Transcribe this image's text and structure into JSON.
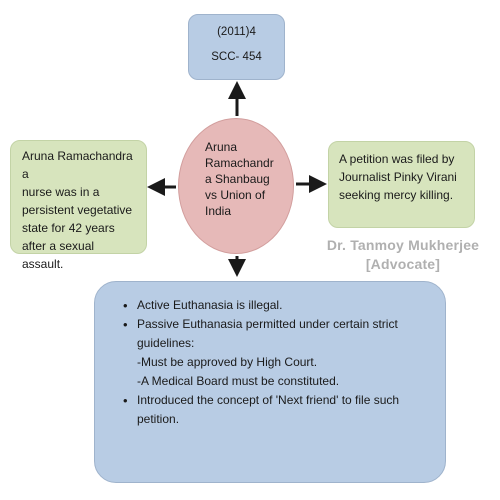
{
  "citation": {
    "line1": "(2011)4",
    "line2": "SCC- 454"
  },
  "case_title": {
    "line1": "Aruna",
    "line2": "Ramachandr",
    "line3": "a Shanbaug",
    "line4": "vs Union of",
    "line5": "India"
  },
  "facts": {
    "line1": "Aruna Ramachandra a",
    "line2": "nurse was in a",
    "line3": "persistent vegetative",
    "line4": "state for 42 years",
    "line5": "after a sexual assault."
  },
  "petition": {
    "line1": "A petition was filed by",
    "line2": "Journalist Pinky Virani",
    "line3": "seeking mercy killing."
  },
  "watermark": {
    "line1": "Dr. Tanmoy Mukherjee",
    "line2": "[Advocate]"
  },
  "holdings": {
    "b1": "Active Euthanasia is illegal.",
    "b2_line1": "Passive Euthanasia permitted under certain strict",
    "b2_line2": "guidelines:",
    "sub1": "-Must be approved by High Court.",
    "sub2": "-A Medical Board must be constituted.",
    "b3_line1": "Introduced the concept of 'Next friend' to file such",
    "b3_line2": "petition."
  },
  "colors": {
    "blue_box": "#b8cce4",
    "green_box": "#d7e4bd",
    "pink_ellipse": "#e6b9b8",
    "arrow": "#1a1a1a"
  }
}
